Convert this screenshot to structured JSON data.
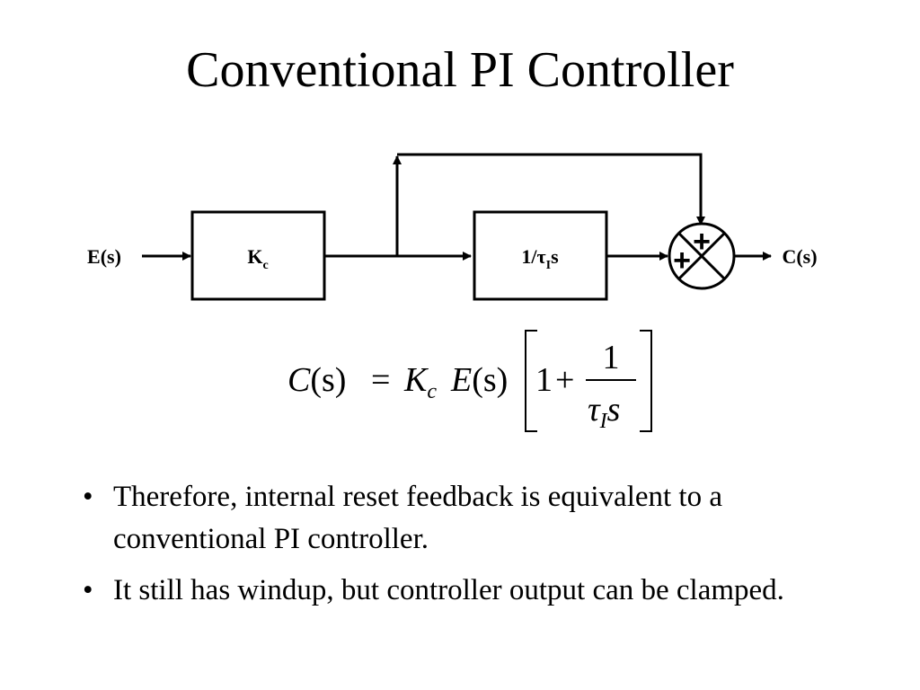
{
  "slide": {
    "title": "Conventional PI Controller"
  },
  "diagram": {
    "input_label": "E(s)",
    "gain_block": {
      "main": "K",
      "sub": "c"
    },
    "integral_block": {
      "prefix": "1/",
      "tau": "τ",
      "sub": "I",
      "suffix": "s"
    },
    "summing_junction": {
      "sign_top": "+",
      "sign_left": "+"
    },
    "output_label": "C(s)"
  },
  "equation": {
    "lhs_C": "C",
    "lhs_paren_s": "(s)",
    "equals": "=",
    "K": "K",
    "K_sub": "c",
    "E": "E",
    "E_paren_s": "(s)",
    "one": "1",
    "plus": "+",
    "numerator": "1",
    "den_tau": "τ",
    "den_sub": "I",
    "den_s": "s"
  },
  "bullets": [
    "Therefore, internal reset feedback is equivalent to a conventional PI controller.",
    "It still has windup, but controller output can be clamped."
  ],
  "bullet_glyph": "•"
}
